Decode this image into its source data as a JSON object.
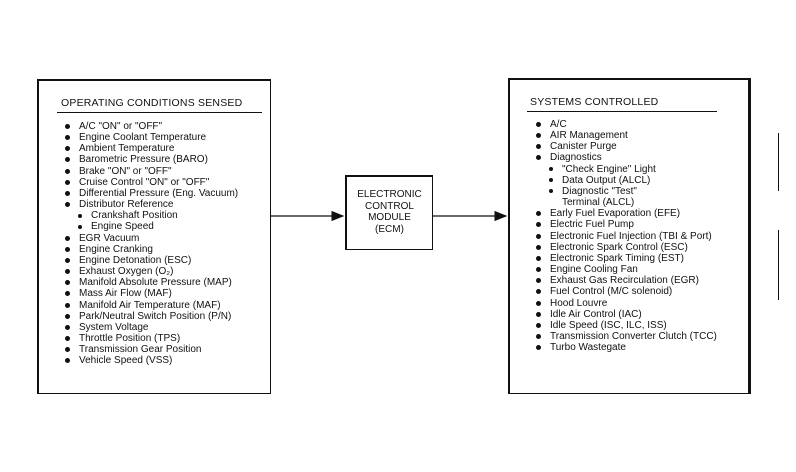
{
  "left": {
    "title": "OPERATING CONDITIONS SENSED",
    "items": [
      {
        "text": "A/C \"ON\" or \"OFF\"",
        "level": 0
      },
      {
        "text": "Engine Coolant Temperature",
        "level": 0
      },
      {
        "text": "Ambient Temperature",
        "level": 0
      },
      {
        "text": "Barometric Pressure (BARO)",
        "level": 0
      },
      {
        "text": "Brake \"ON\" or \"OFF\"",
        "level": 0
      },
      {
        "text": "Cruise Control \"ON\" or \"OFF\"",
        "level": 0
      },
      {
        "text": "Differential Pressure (Eng. Vacuum)",
        "level": 0
      },
      {
        "text": "Distributor Reference",
        "level": 0
      },
      {
        "text": "Crankshaft Position",
        "level": 1
      },
      {
        "text": "Engine Speed",
        "level": 1
      },
      {
        "text": "EGR Vacuum",
        "level": 0
      },
      {
        "text": "Engine Cranking",
        "level": 0
      },
      {
        "text": "Engine Detonation (ESC)",
        "level": 0
      },
      {
        "text": "Exhaust Oxygen (O₂)",
        "level": 0
      },
      {
        "text": "Manifold Absolute Pressure (MAP)",
        "level": 0
      },
      {
        "text": "Mass Air Flow (MAF)",
        "level": 0
      },
      {
        "text": "Manifold Air Temperature (MAF)",
        "level": 0
      },
      {
        "text": "Park/Neutral Switch Position (P/N)",
        "level": 0
      },
      {
        "text": "System Voltage",
        "level": 0
      },
      {
        "text": "Throttle Position (TPS)",
        "level": 0
      },
      {
        "text": "Transmission Gear Position",
        "level": 0
      },
      {
        "text": "Vehicle Speed (VSS)",
        "level": 0
      }
    ]
  },
  "ecm": {
    "lines": [
      "ELECTRONIC",
      "CONTROL",
      "MODULE",
      "(ECM)"
    ]
  },
  "right": {
    "title": "SYSTEMS CONTROLLED",
    "items": [
      {
        "text": "A/C",
        "level": 0
      },
      {
        "text": "AIR Management",
        "level": 0
      },
      {
        "text": "Canister Purge",
        "level": 0
      },
      {
        "text": "Diagnostics",
        "level": 0
      },
      {
        "text": "\"Check Engine\" Light",
        "level": 1
      },
      {
        "text": "Data Output (ALCL)",
        "level": 1
      },
      {
        "text": "Diagnostic \"Test\"",
        "level": 1
      },
      {
        "text": "Terminal (ALCL)",
        "level": 2
      },
      {
        "text": "Early Fuel Evaporation (EFE)",
        "level": 0
      },
      {
        "text": "Electric Fuel Pump",
        "level": 0
      },
      {
        "text": "Electronic Fuel Injection (TBI & Port)",
        "level": 0
      },
      {
        "text": "Electronic Spark Control (ESC)",
        "level": 0
      },
      {
        "text": "Electronic Spark Timing (EST)",
        "level": 0
      },
      {
        "text": "Engine Cooling Fan",
        "level": 0
      },
      {
        "text": "Exhaust Gas Recirculation (EGR)",
        "level": 0
      },
      {
        "text": "Fuel Control (M/C solenoid)",
        "level": 0
      },
      {
        "text": "Hood Louvre",
        "level": 0
      },
      {
        "text": "Idle Air Control (IAC)",
        "level": 0
      },
      {
        "text": "Idle Speed (ISC, ILC, ISS)",
        "level": 0
      },
      {
        "text": "Transmission Converter Clutch (TCC)",
        "level": 0
      },
      {
        "text": "Turbo Wastegate",
        "level": 0
      }
    ]
  }
}
